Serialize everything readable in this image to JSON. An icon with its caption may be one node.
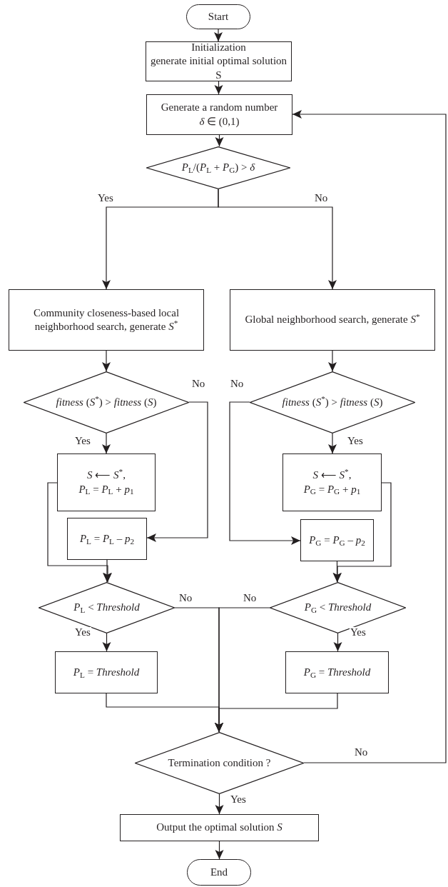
{
  "diagram": {
    "nodes": [
      {
        "text": [
          "Start"
        ]
      },
      {
        "text": [
          "Initialization",
          "generate initial optimal solution S"
        ]
      },
      {
        "text": [
          "Generate a random number",
          "*δ* ∈ (0,1)"
        ]
      },
      {
        "text": [
          "*P*$_{L}$/(*P*$_{L}$ + *P*$_{G}$) > *δ*"
        ]
      },
      {
        "text": [
          "Community closeness-based local neighborhood search, generate *S*$^{*}$"
        ]
      },
      {
        "text": [
          "Global neighborhood search, generate *S*$^{*}$"
        ]
      },
      {
        "text": [
          "*fitness* (*S*$^{*}$) > *fitness* (*S*)"
        ]
      },
      {
        "text": [
          "*fitness* (*S*$^{*}$) > *fitness* (*S*)"
        ]
      },
      {
        "text": [
          "*S* ⟵ *S*$^{*}$,",
          "*P*$_{L}$ = *P*$_{L}$ + *p*$_{1}$"
        ]
      },
      {
        "text": [
          "*S* ⟵ *S*$^{*}$,",
          "*P*$_{G}$ = *P*$_{G}$ + *p*$_{1}$"
        ]
      },
      {
        "text": [
          "*P*$_{L}$ = *P*$_{L}$ – *p*$_{2}$"
        ]
      },
      {
        "text": [
          "*P*$_{G}$ = *P*$_{G}$ – *p*$_{2}$"
        ]
      },
      {
        "text": [
          "*P*$_{L}$ < *Threshold*"
        ]
      },
      {
        "text": [
          "*P*$_{G}$ < *Threshold*"
        ]
      },
      {
        "text": [
          "*P*$_{L}$ = *Threshold*"
        ]
      },
      {
        "text": [
          "*P*$_{G}$ = *Threshold*"
        ]
      },
      {
        "text": [
          "Termination condition ?"
        ]
      },
      {
        "text": [
          "Output the optimal solution *S*"
        ]
      },
      {
        "text": [
          "End"
        ]
      }
    ],
    "edges": [
      {
        "from": 0,
        "to": 1,
        "arrow": "to"
      },
      {
        "from": 1,
        "to": 2,
        "arrow": "to"
      },
      {
        "from": 2,
        "to": 3,
        "arrow": "to"
      },
      {
        "from": 3,
        "to": 4,
        "arrow": "to",
        "label": "Yes"
      },
      {
        "from": 3,
        "to": 5,
        "arrow": "to",
        "label": "No"
      },
      {
        "from": 4,
        "to": 6,
        "arrow": "to"
      },
      {
        "from": 5,
        "to": 7,
        "arrow": "to"
      },
      {
        "from": 6,
        "to": 8,
        "arrow": "to",
        "label": "Yes"
      },
      {
        "from": 6,
        "to": 10,
        "arrow": "to",
        "label": "No"
      },
      {
        "from": 7,
        "to": 9,
        "arrow": "to",
        "label": "Yes"
      },
      {
        "from": 7,
        "to": 11,
        "arrow": "to",
        "label": "No"
      },
      {
        "from": 8,
        "to": 12,
        "arrow": "to"
      },
      {
        "from": 10,
        "to": 12,
        "arrow": "to"
      },
      {
        "from": 9,
        "to": 13,
        "arrow": "to"
      },
      {
        "from": 11,
        "to": 13,
        "arrow": "to"
      },
      {
        "from": 12,
        "to": 14,
        "arrow": "to",
        "label": "Yes"
      },
      {
        "from": 13,
        "to": 15,
        "arrow": "to",
        "label": "Yes"
      },
      {
        "from": 12,
        "to": 16,
        "arrow": "to",
        "label": "No"
      },
      {
        "from": 13,
        "to": 16,
        "arrow": "to",
        "label": "No"
      },
      {
        "from": 14,
        "to": 16,
        "arrow": "to"
      },
      {
        "from": 15,
        "to": 16,
        "arrow": "to"
      },
      {
        "from": 16,
        "to": 2,
        "arrow": "to",
        "label": "No"
      },
      {
        "from": 16,
        "to": 17,
        "arrow": "to",
        "label": "Yes"
      },
      {
        "from": 17,
        "to": 18,
        "arrow": "to"
      }
    ]
  }
}
